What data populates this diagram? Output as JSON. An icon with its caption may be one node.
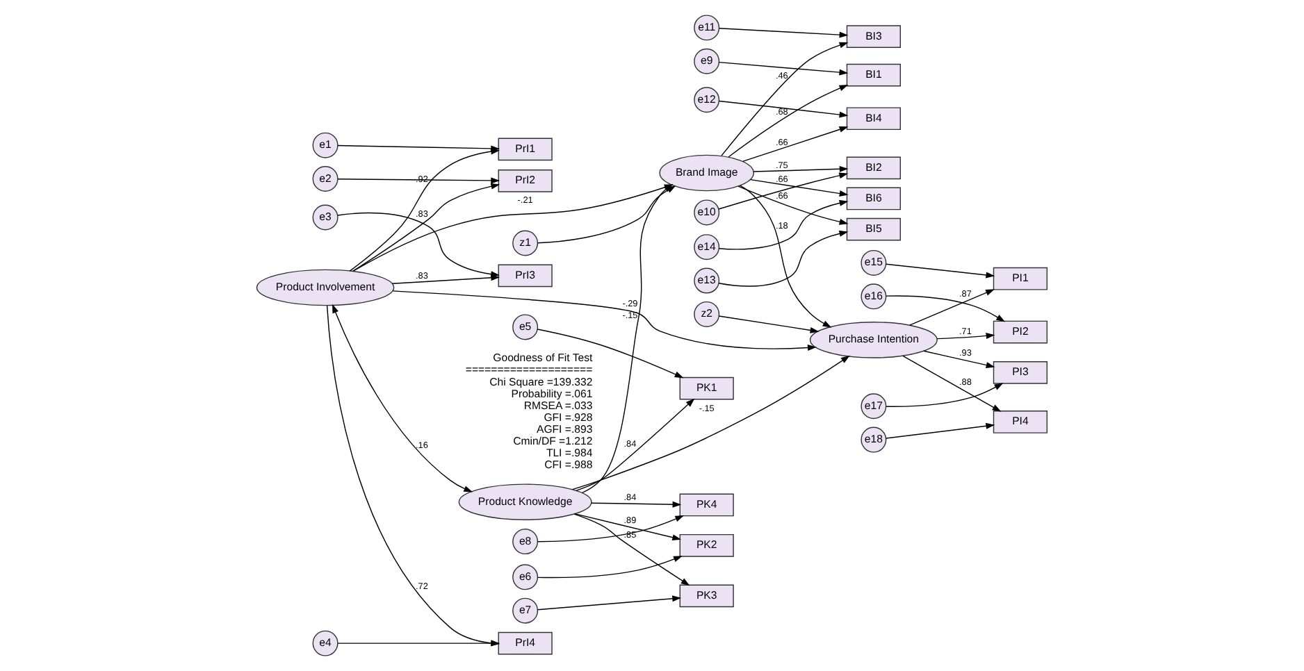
{
  "diagram": {
    "nodes": [
      {
        "text": [
          "e1"
        ]
      },
      {
        "text": [
          "e2"
        ]
      },
      {
        "text": [
          "e3"
        ]
      },
      {
        "text": [
          "e4"
        ]
      },
      {
        "text": [
          "PrI1"
        ]
      },
      {
        "text": [
          "PrI2"
        ]
      },
      {
        "text": [
          "PrI3"
        ]
      },
      {
        "text": [
          "PrI4"
        ]
      },
      {
        "text": [
          "Product Involvement"
        ]
      },
      {
        "text": [
          "e9"
        ]
      },
      {
        "text": [
          "e10"
        ]
      },
      {
        "text": [
          "e11"
        ]
      },
      {
        "text": [
          "e12"
        ]
      },
      {
        "text": [
          "e13"
        ]
      },
      {
        "text": [
          "e14"
        ]
      },
      {
        "text": [
          "BI1"
        ]
      },
      {
        "text": [
          "BI2"
        ]
      },
      {
        "text": [
          "BI3"
        ]
      },
      {
        "text": [
          "BI4"
        ]
      },
      {
        "text": [
          "BI5"
        ]
      },
      {
        "text": [
          "BI6"
        ]
      },
      {
        "text": [
          "z1"
        ]
      },
      {
        "text": [
          "Brand Image"
        ]
      },
      {
        "text": [
          "Purchase Intention"
        ]
      },
      {
        "text": [
          "PI1"
        ]
      },
      {
        "text": [
          "PI2"
        ]
      },
      {
        "text": [
          "PI3"
        ]
      },
      {
        "text": [
          "PI4"
        ]
      },
      {
        "text": [
          "e15"
        ]
      },
      {
        "text": [
          "e16"
        ]
      },
      {
        "text": [
          "e17"
        ]
      },
      {
        "text": [
          "e18"
        ]
      },
      {
        "text": [
          "z2"
        ]
      },
      {
        "text": [
          "Product Knowledge"
        ]
      },
      {
        "text": [
          "PK1"
        ]
      },
      {
        "text": [
          "PK2"
        ]
      },
      {
        "text": [
          "PK3"
        ]
      },
      {
        "text": [
          "PK4"
        ]
      },
      {
        "text": [
          "e5"
        ]
      },
      {
        "text": [
          "e6"
        ]
      },
      {
        "text": [
          "e7"
        ]
      },
      {
        "text": [
          "e8"
        ]
      }
    ],
    "edges": [
      {
        "from": 0,
        "to": 4,
        "arrow": "to"
      },
      {
        "from": 1,
        "to": 5,
        "arrow": "to"
      },
      {
        "from": 2,
        "to": 6,
        "arrow": "to"
      },
      {
        "from": 3,
        "to": 7,
        "arrow": "to"
      },
      {
        "from": 8,
        "to": 4,
        "arrow": "to",
        "label": ".92"
      },
      {
        "from": 8,
        "to": 5,
        "arrow": "to",
        "label": ".83"
      },
      {
        "from": 8,
        "to": 6,
        "arrow": "to",
        "label": ".83"
      },
      {
        "from": 8,
        "to": 7,
        "arrow": "to",
        "label": ".72"
      },
      {
        "from": 8,
        "to": 33,
        "arrow": "both",
        "label": ".16"
      },
      {
        "from": 8,
        "to": 22,
        "arrow": "to",
        "label": "-.21"
      },
      {
        "from": 8,
        "to": 23,
        "arrow": "to",
        "label": "-.29"
      },
      {
        "from": 9,
        "to": 15,
        "arrow": "to"
      },
      {
        "from": 10,
        "to": 16,
        "arrow": "to"
      },
      {
        "from": 11,
        "to": 17,
        "arrow": "to"
      },
      {
        "from": 12,
        "to": 18,
        "arrow": "to"
      },
      {
        "from": 13,
        "to": 19,
        "arrow": "to"
      },
      {
        "from": 14,
        "to": 20,
        "arrow": "to"
      },
      {
        "from": 22,
        "to": 15,
        "arrow": "to",
        "label": ".68"
      },
      {
        "from": 22,
        "to": 16,
        "arrow": "to",
        "label": ".75"
      },
      {
        "from": 22,
        "to": 17,
        "arrow": "to",
        "label": ".46"
      },
      {
        "from": 22,
        "to": 18,
        "arrow": "to",
        "label": ".66"
      },
      {
        "from": 22,
        "to": 19,
        "arrow": "to",
        "label": ".66"
      },
      {
        "from": 22,
        "to": 20,
        "arrow": "to",
        "label": ".66"
      },
      {
        "from": 21,
        "to": 22,
        "arrow": "to"
      },
      {
        "from": 22,
        "to": 23,
        "arrow": "to",
        "label": ".18"
      },
      {
        "from": 33,
        "to": 22,
        "arrow": "to",
        "label": "-.15"
      },
      {
        "from": 33,
        "to": 23,
        "arrow": "to",
        "label": "-.15"
      },
      {
        "from": 23,
        "to": 24,
        "arrow": "to",
        "label": ".87"
      },
      {
        "from": 23,
        "to": 25,
        "arrow": "to",
        "label": ".71"
      },
      {
        "from": 23,
        "to": 26,
        "arrow": "to",
        "label": ".93"
      },
      {
        "from": 23,
        "to": 27,
        "arrow": "to",
        "label": ".88"
      },
      {
        "from": 28,
        "to": 24,
        "arrow": "to"
      },
      {
        "from": 29,
        "to": 25,
        "arrow": "to"
      },
      {
        "from": 30,
        "to": 26,
        "arrow": "to"
      },
      {
        "from": 31,
        "to": 27,
        "arrow": "to"
      },
      {
        "from": 32,
        "to": 23,
        "arrow": "to"
      },
      {
        "from": 33,
        "to": 34,
        "arrow": "to",
        "label": ".84"
      },
      {
        "from": 33,
        "to": 35,
        "arrow": "to",
        "label": ".89"
      },
      {
        "from": 33,
        "to": 36,
        "arrow": "to",
        "label": ".85"
      },
      {
        "from": 33,
        "to": 37,
        "arrow": "to",
        "label": ".84"
      },
      {
        "from": 38,
        "to": 34,
        "arrow": "to"
      },
      {
        "from": 39,
        "to": 35,
        "arrow": "to"
      },
      {
        "from": 40,
        "to": 36,
        "arrow": "to"
      },
      {
        "from": 41,
        "to": 37,
        "arrow": "to"
      }
    ],
    "labels": [
      "Goodness of Fit Test",
      "====================",
      "Chi Square =139.332",
      "Probability =.061",
      "RMSEA =.033",
      "GFI =.928",
      "AGFI =.893",
      "Cmin/DF =1.212",
      "TLI =.984",
      "CFI =.988"
    ]
  }
}
